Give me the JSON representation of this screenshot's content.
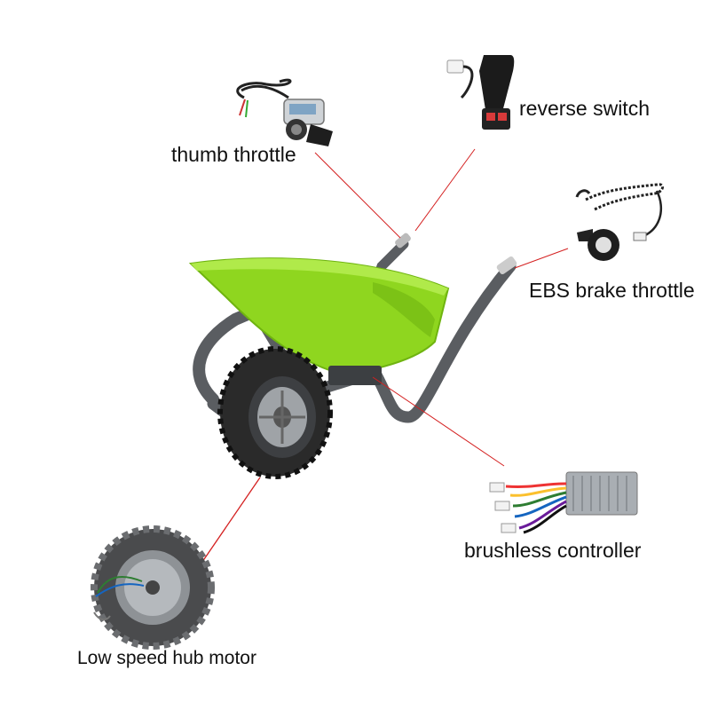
{
  "colors": {
    "tray": "#8fd61f",
    "tray_dark": "#6fb410",
    "tray_light": "#b0ea4a",
    "frame": "#5a5d61",
    "tire": "#2a2a2a",
    "leader": "#d42020",
    "controller": "#a9aeb3",
    "label_text": "#111111"
  },
  "labels": {
    "thumb_throttle": "thumb throttle",
    "reverse_switch": "reverse switch",
    "ebs_brake_throttle": "EBS brake throttle",
    "brushless_controller": "brushless controller",
    "hub_motor": "Low speed hub motor"
  }
}
